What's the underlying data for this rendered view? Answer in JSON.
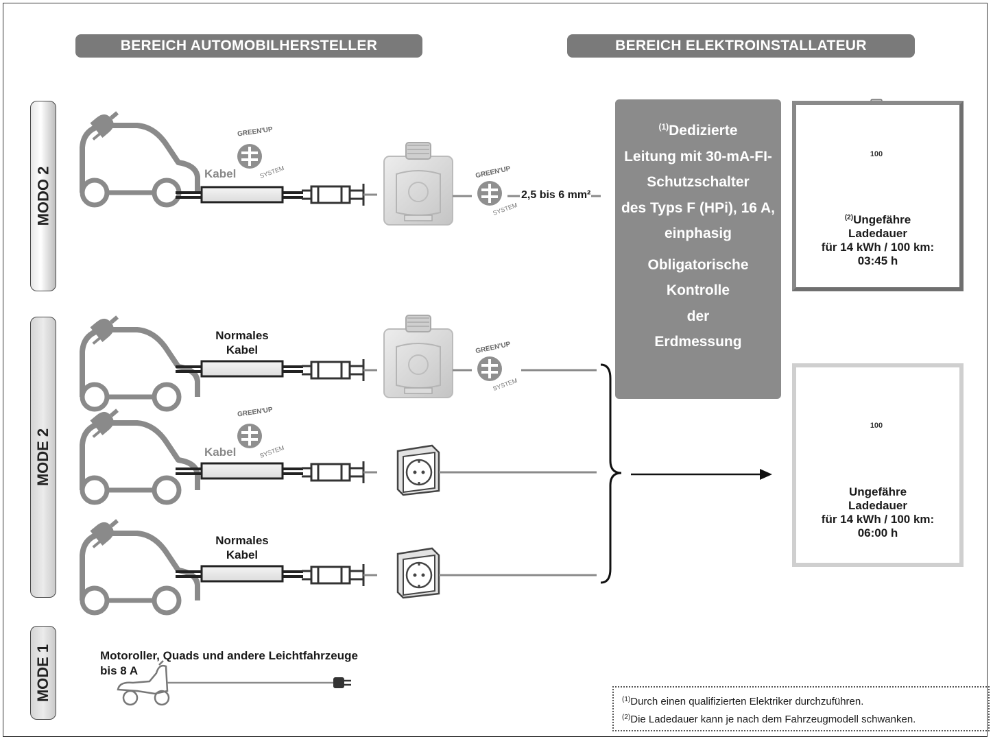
{
  "headers": {
    "left": "BEREICH AUTOMOBILHERSTELLER",
    "right": "BEREICH ELEKTROINSTALLATEUR"
  },
  "modes": {
    "modo2": "MODO 2",
    "mode2": "MODE 2",
    "mode1": "MODE 1"
  },
  "rows": {
    "row1_cable": "Kabel",
    "row2_cable": "Normales Kabel",
    "row3_cable": "Kabel",
    "row4_cable": "Normales Kabel"
  },
  "wire_section": "2,5 bis 6 mm²",
  "greenup": {
    "top": "GREEN'UP",
    "bottom": "SYSTEM"
  },
  "grey_box": {
    "sup": "(1)",
    "line1": "Dedizierte",
    "line2": "Leitung mit 30-mA-FI-",
    "line3": "Schutzschalter",
    "line4": "des Typs F (HPi), 16 A,",
    "line5": "einphasig",
    "line6": "Obligatorische",
    "line7": "Kontrolle",
    "line8": "der",
    "line9": "Erdmessung"
  },
  "timer1": {
    "dial": "100",
    "sup": "(2)",
    "line1": "Ungefähre",
    "line2": "Ladedauer",
    "line3": "für 14 kWh / 100 km:",
    "line4": "03:45 h"
  },
  "timer2": {
    "dial": "100",
    "line1": "Ungefähre",
    "line2": "Ladedauer",
    "line3": "für 14 kWh / 100 km:",
    "line4": "06:00 h"
  },
  "mode1_text": {
    "line1": "Motoroller, Quads und andere Leichtfahrzeuge",
    "line2": "bis 8 A"
  },
  "footnotes": {
    "n1_sup": "(1)",
    "n1": "Durch einen qualifizierten Elektriker durchzuführen.",
    "n2_sup": "(2)",
    "n2": "Die Ladedauer kann je nach dem Fahrzeugmodell schwanken."
  }
}
